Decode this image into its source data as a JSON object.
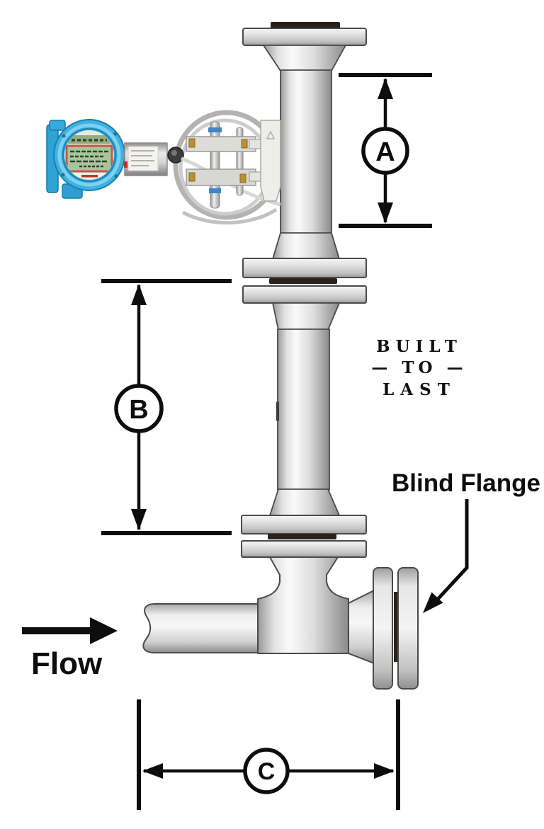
{
  "figure": {
    "type": "technical-diagram",
    "subject": "Vertical flow meter installation with transmitter, wafer flange joints, tee and blind flange",
    "labels": {
      "dim_a": "A",
      "dim_b": "B",
      "dim_c": "C",
      "flow": "Flow",
      "blind_flange": "Blind Flange",
      "built_line1": "BUILT",
      "built_line2": "— TO —",
      "built_line3": "LAST"
    },
    "colors": {
      "annotation": "#0d0d0d",
      "transmitter_housing_blue": "#3fb2e2",
      "lcd_green": "#aac39a",
      "gasket_dark": "#2a211c",
      "metal_light": "#fafafa",
      "metal_dark": "#8a8a8a"
    }
  }
}
